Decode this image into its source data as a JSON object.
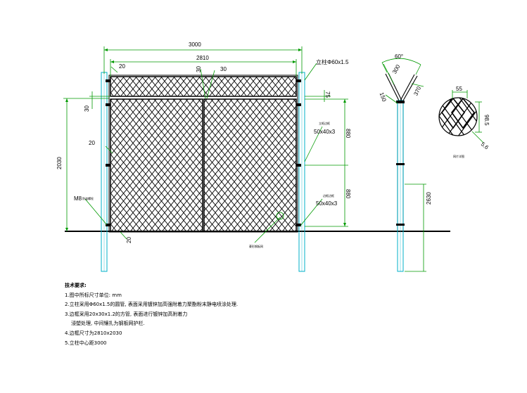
{
  "front_view": {
    "overall_width": "3000",
    "frame_width": "2810",
    "post_spec": "立柱Φ60x1.5",
    "top_offset": "20",
    "bar_30_a": "30",
    "bar_30_b": "30",
    "left_30": "30",
    "dim_75": "75",
    "left_20": "20",
    "height_2030": "2030",
    "bottom_20": "20",
    "bolt_label": "M8",
    "bolt_note": "防盗螺栓",
    "frame_label_upper": "立框边框",
    "tube_upper": "50x40x3",
    "span_880_upper": "880",
    "frame_label_lower": "边框边框",
    "tube_lower": "50x40x3",
    "span_880_lower": "880",
    "mesh_label": "菱形钢板网"
  },
  "side_view": {
    "angle": "60°",
    "arm_300": "300",
    "arm_370": "370",
    "arm_150": "150",
    "height_2630": "2630"
  },
  "section": {
    "dim_55": "55",
    "dim_98_5": "98.5",
    "dim_5_6": "5.6",
    "label": "网片详图"
  },
  "notes": {
    "title": "技术要求:",
    "line1": "1.图中所标尺寸单位: mm",
    "line2": "2.立柱采用Φ60x1.5的圆管, 表面采用镀锌加高强附着力聚酯粉末静电喷涂处理.",
    "line3": "3.边框采用20x30x1.2的方管, 表面进行镀锌加高附着力",
    "line3b": "浸塑处理, 中间镶扎为钢板网护栏.",
    "line4": "4.边框尺寸为2810x2030",
    "line5": "5.立柱中心距3000"
  }
}
